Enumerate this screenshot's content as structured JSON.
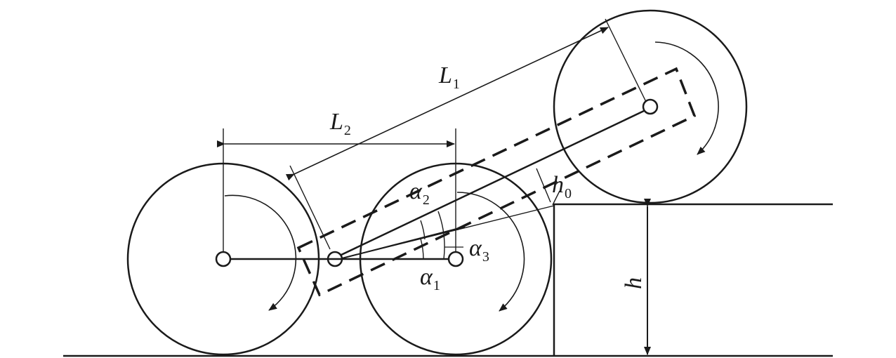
{
  "labels": {
    "L1": {
      "main": "L",
      "sub": "1"
    },
    "L2": {
      "main": "L",
      "sub": "2"
    },
    "h0": {
      "main": "h",
      "sub": "0"
    },
    "h": {
      "main": "h"
    },
    "alpha1": {
      "main": "α",
      "sub": "1"
    },
    "alpha2": {
      "main": "α",
      "sub": "2"
    },
    "alpha3": {
      "main": "α",
      "sub": "3"
    }
  },
  "colors": {
    "stroke": "#1a1a1a",
    "background": "#ffffff"
  }
}
